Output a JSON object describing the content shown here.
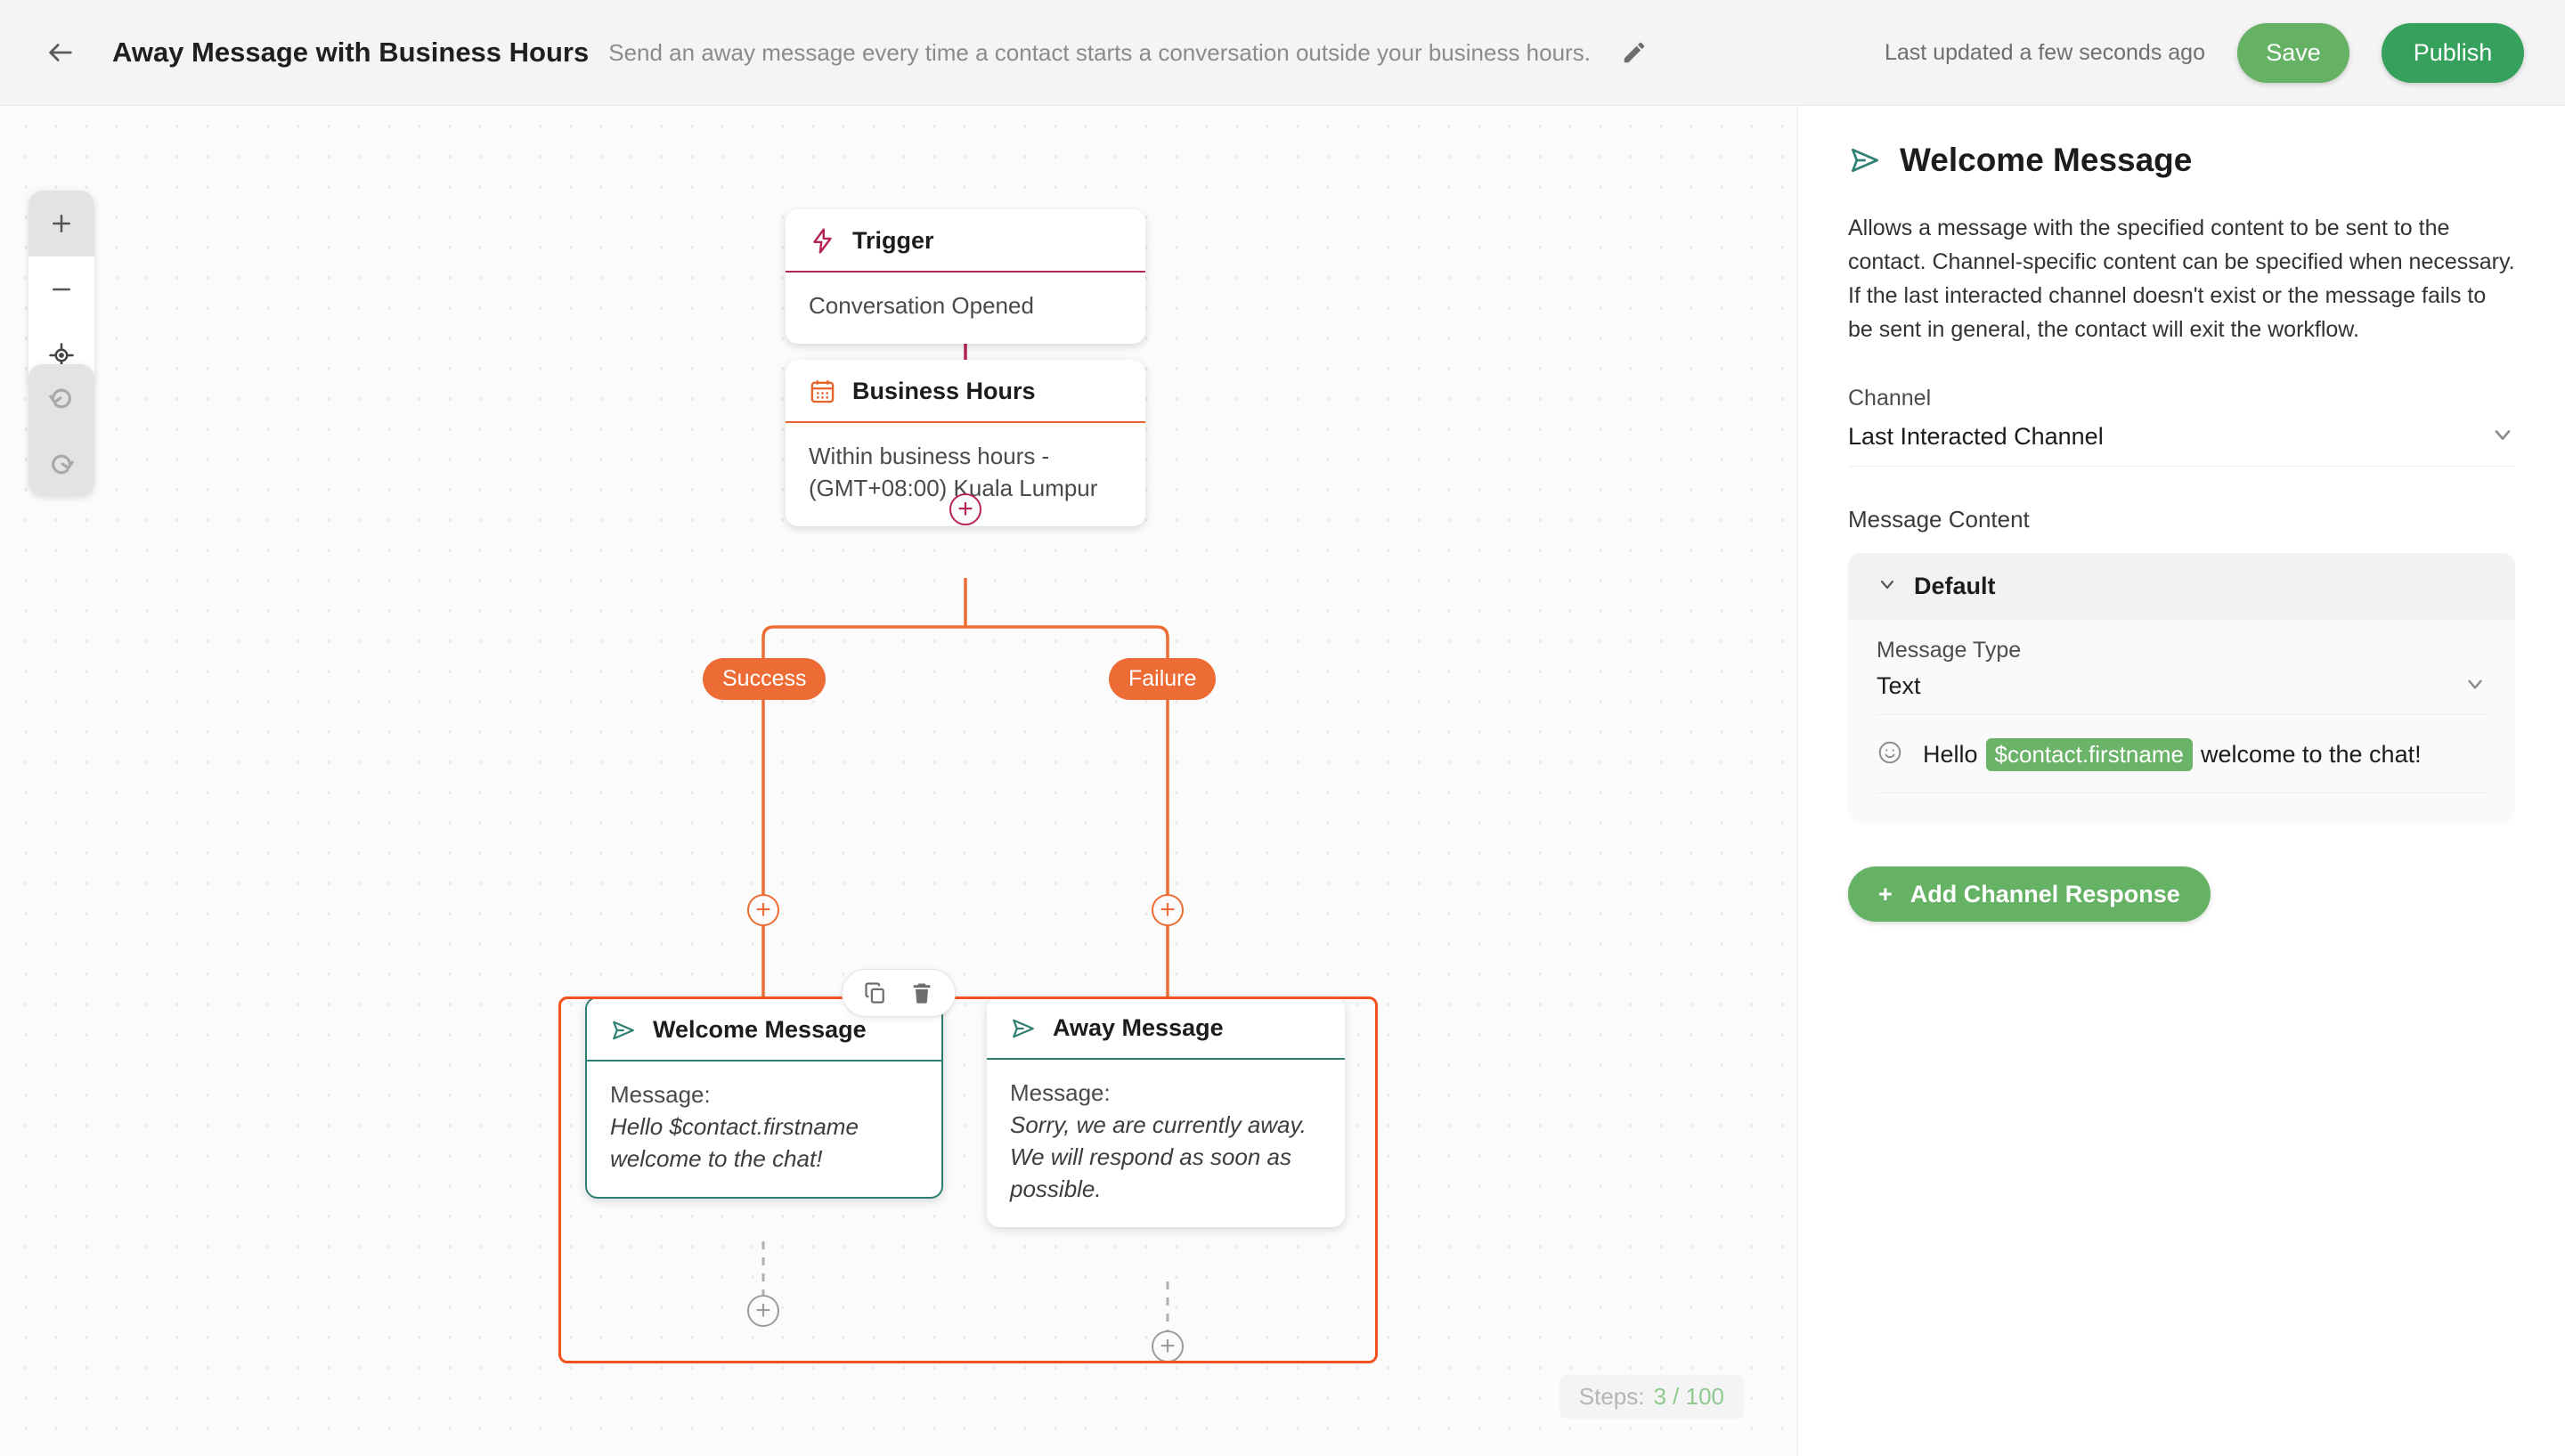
{
  "header": {
    "back_icon": "arrow-left-icon",
    "title": "Away Message with Business Hours",
    "description": "Send an away message every time a contact starts a conversation outside your business hours.",
    "edit_icon": "pencil-icon",
    "last_updated": "Last updated a few seconds ago",
    "save_label": "Save",
    "publish_label": "Publish",
    "save_color": "#65b264",
    "publish_color": "#36a05d"
  },
  "canvas": {
    "controls": {
      "zoom_in": "+",
      "zoom_out": "−",
      "fit_view": "target-icon",
      "undo": "undo-icon",
      "redo": "redo-icon"
    },
    "nodes": [
      {
        "id": "trigger",
        "icon": "lightning-bolt-icon",
        "accent": "#b42459",
        "title": "Trigger",
        "body": "Conversation Opened"
      },
      {
        "id": "business-hours",
        "icon": "calendar-icon",
        "accent": "#e8622c",
        "title": "Business Hours",
        "body": "Within business hours - (GMT+08:00) Kuala Lumpur"
      },
      {
        "id": "welcome-message",
        "icon": "send-icon",
        "accent": "#2f8073",
        "title": "Welcome Message",
        "body_label": "Message:",
        "body_text": "Hello $contact.firstname welcome to the chat!",
        "selected": true
      },
      {
        "id": "away-message",
        "icon": "send-icon",
        "accent": "#2f8073",
        "title": "Away Message",
        "body_label": "Message:",
        "body_text": "Sorry, we are currently away. We will respond as soon as possible.",
        "selected": false
      }
    ],
    "branch_labels": [
      {
        "id": "success",
        "label": "Success",
        "color": "#ed6c35"
      },
      {
        "id": "failure",
        "label": "Failure",
        "color": "#ed6c35"
      }
    ],
    "node_toolbar": {
      "copy_icon": "copy-icon",
      "delete_icon": "trash-icon"
    },
    "add_handle_glyph": "+",
    "selection_color": "#f4511e",
    "steps": {
      "label": "Steps:",
      "value": "3 / 100",
      "value_color": "#8fc98f"
    }
  },
  "panel": {
    "icon": "send-icon",
    "title": "Welcome Message",
    "description": "Allows a message with the specified content to be sent to the contact. Channel-specific content can be specified when necessary. If the last interacted channel doesn't exist or the message fails to be sent in general, the contact will exit the workflow.",
    "channel": {
      "label": "Channel",
      "value": "Last Interacted Channel",
      "chevron": "chevron-down-icon"
    },
    "message_content": {
      "label": "Message Content",
      "card_title": "Default",
      "card_chevron": "chevron-down-icon",
      "message_type": {
        "label": "Message Type",
        "value": "Text",
        "chevron": "chevron-down-icon"
      },
      "preview": {
        "emoji_icon": "smiley-icon",
        "prefix": "Hello",
        "variable": "$contact.firstname",
        "suffix": "welcome to the chat!",
        "variable_color": "#6cb36a"
      }
    },
    "add_channel_response": {
      "plus": "+",
      "label": "Add Channel Response"
    }
  }
}
